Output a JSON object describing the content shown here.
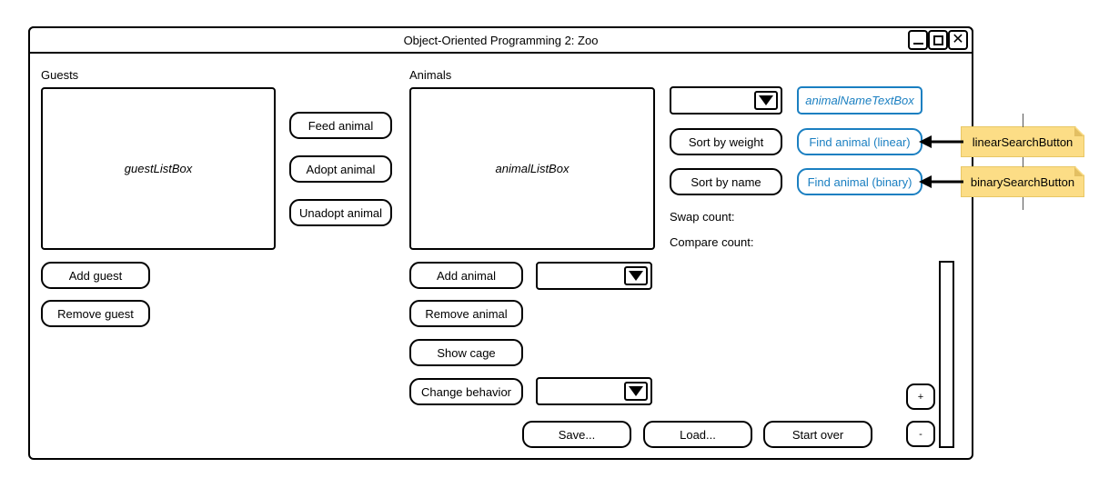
{
  "window": {
    "title": "Object-Oriented Programming 2: Zoo",
    "controls": {
      "minimize": "minimize-icon",
      "maximize": "maximize-icon",
      "close": "close-icon"
    }
  },
  "guests_panel": {
    "label": "Guests",
    "listbox_name": "guestListBox",
    "buttons": [
      {
        "label": "Add guest"
      },
      {
        "label": "Remove guest"
      }
    ]
  },
  "transfer_buttons": [
    {
      "label": "Feed animal"
    },
    {
      "label": "Adopt animal"
    },
    {
      "label": "Unadopt animal"
    }
  ],
  "animals_panel": {
    "label": "Animals",
    "listbox_name": "animalListBox",
    "buttons": [
      {
        "label": "Add animal"
      },
      {
        "label": "Remove animal"
      },
      {
        "label": "Show cage"
      },
      {
        "label": "Change behavior"
      }
    ],
    "combo_add_value": "",
    "combo_behavior_value": ""
  },
  "search_panel": {
    "combo_value": "",
    "textbox_value": "animalNameTextBox",
    "sort_buttons": [
      {
        "label": "Sort by weight"
      },
      {
        "label": "Sort by name"
      }
    ],
    "find_buttons": [
      {
        "label": "Find animal (linear)"
      },
      {
        "label": "Find animal (binary)"
      }
    ],
    "counters": [
      {
        "label": "Swap count:"
      },
      {
        "label": "Compare count:"
      }
    ]
  },
  "file_buttons": [
    {
      "label": "Save..."
    },
    {
      "label": "Load..."
    },
    {
      "label": "Start over"
    }
  ],
  "zoom_controls": {
    "plus": "+",
    "minus": "-"
  },
  "callouts": [
    {
      "text": "linearSearchButton"
    },
    {
      "text": "binarySearchButton"
    }
  ],
  "colors": {
    "accent_blue": "#1a7fc1",
    "note_yellow": "#fcdd86",
    "note_fold": "#e3bf62",
    "outline": "#000000"
  }
}
